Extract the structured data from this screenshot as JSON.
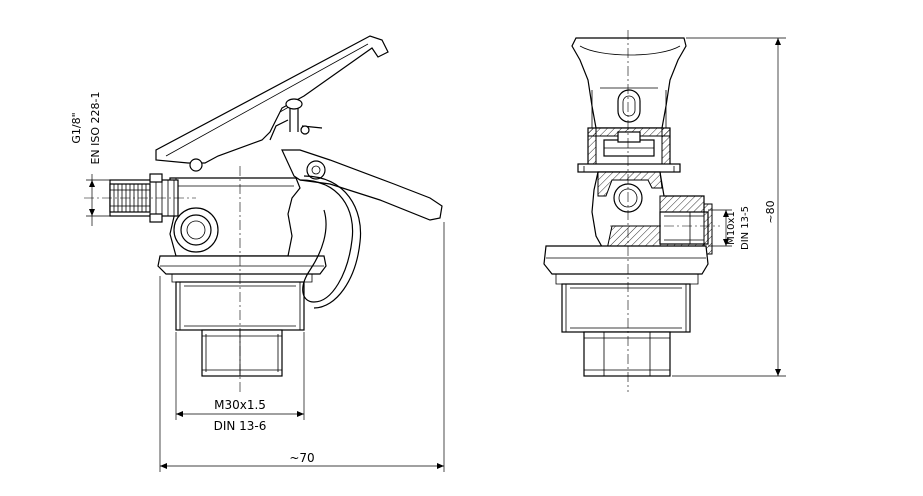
{
  "dimensions": {
    "g18": "G1/8\"",
    "en_iso": "EN ISO 228-1",
    "m30": "M30x1.5",
    "din136": "DIN 13-6",
    "width70": "~70",
    "m10": "M10x1",
    "din135": "DIN 13-5",
    "height80": "~80"
  }
}
